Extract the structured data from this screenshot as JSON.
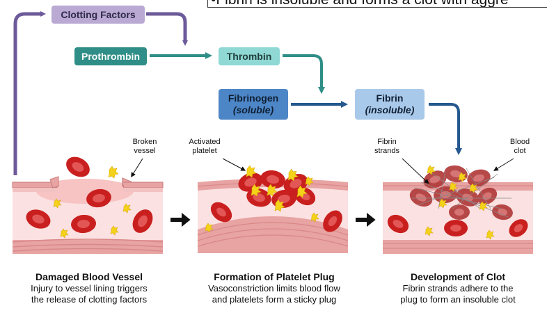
{
  "top_bullet_text": "•Fibrin is insoluble and forms a clot with aggre",
  "cascade": {
    "clotting_factors": "Clotting Factors",
    "prothrombin": "Prothrombin",
    "thrombin": "Thrombin",
    "fibrinogen": "Fibrinogen",
    "fibrinogen_note": "(soluble)",
    "fibrin": "Fibrin",
    "fibrin_note": "(insoluble)"
  },
  "labels": {
    "broken_vessel_1": "Broken",
    "broken_vessel_2": "vessel",
    "activated_platelet_1": "Activated",
    "activated_platelet_2": "platelet",
    "fibrin_strands_1": "Fibrin",
    "fibrin_strands_2": "strands",
    "blood_clot_1": "Blood",
    "blood_clot_2": "clot"
  },
  "panels": [
    {
      "title": "Damaged Blood Vessel",
      "line1": "Injury to vessel lining triggers",
      "line2": "the release of clotting factors"
    },
    {
      "title": "Formation of Platelet Plug",
      "line1": "Vasoconstriction limits blood flow",
      "line2": "and platelets form a sticky plug"
    },
    {
      "title": "Development of Clot",
      "line1": "Fibrin strands adhere to the",
      "line2": "plug to form an insoluble clot"
    }
  ],
  "colors": {
    "clotting_factors_bg": "#b9a9d3",
    "prothrombin_bg": "#2f8e87",
    "thrombin_bg": "#8fd8d4",
    "fibrinogen_bg": "#4d86c6",
    "fibrin_bg": "#a9c9ea",
    "purple_arrow": "#6c5a9a",
    "teal_arrow": "#2f8e87",
    "blue_arrow": "#24588f",
    "vessel_wall": "#e8a3a3",
    "vessel_inner": "#fbe1e1",
    "rbc": "#c91f1f",
    "platelet": "#f4d21a"
  }
}
